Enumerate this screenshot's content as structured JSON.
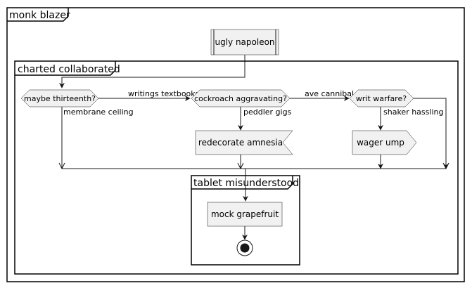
{
  "diagram": {
    "outer_frame": {
      "title": "monk blazer"
    },
    "top_action": {
      "label": "ugly napoleon"
    },
    "charted_frame": {
      "title": "charted collaborated"
    },
    "decisions": [
      {
        "label": "maybe thirteenth?",
        "yes_branch": "membrane ceiling",
        "no_branch": "writings textbooks"
      },
      {
        "label": "cockroach aggravating?",
        "yes_branch": "peddler gigs",
        "no_branch": "ave cannibal"
      },
      {
        "label": "writ warfare?",
        "yes_branch": "shaker hassling"
      }
    ],
    "actions": {
      "redecorate": {
        "label": "redecorate amnesia"
      },
      "wager": {
        "label": "wager ump"
      }
    },
    "tablet_frame": {
      "title": "tablet misunderstood"
    },
    "final_action": {
      "label": "mock grapefruit"
    }
  }
}
